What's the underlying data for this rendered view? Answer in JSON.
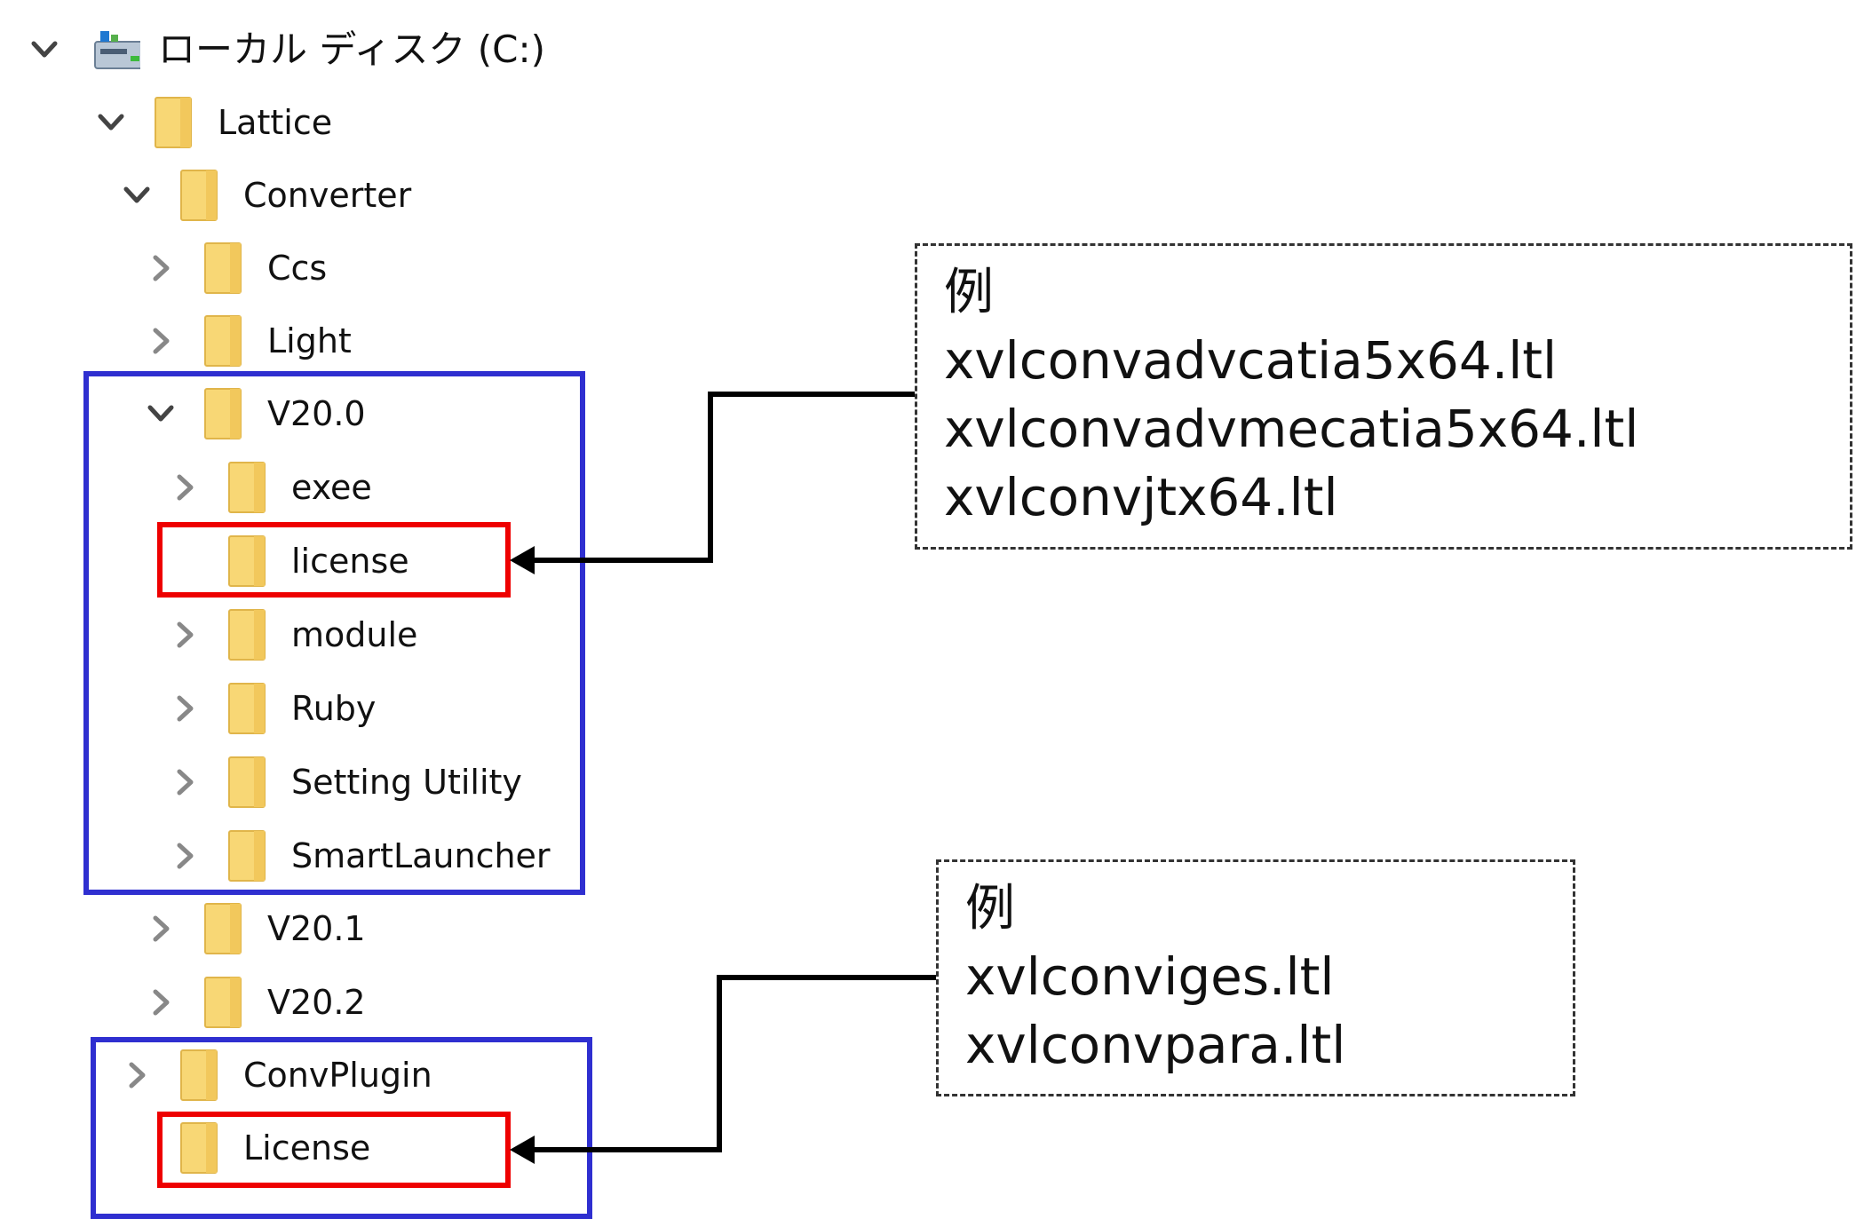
{
  "tree": {
    "drive": {
      "label": "ローカル ディスク (C:)",
      "state": "expanded"
    },
    "items": [
      {
        "label": "Lattice",
        "state": "expanded"
      },
      {
        "label": "Converter",
        "state": "expanded"
      },
      {
        "label": "Ccs",
        "state": "collapsed"
      },
      {
        "label": "Light",
        "state": "collapsed"
      },
      {
        "label": "V20.0",
        "state": "expanded"
      },
      {
        "label": "exee",
        "state": "collapsed"
      },
      {
        "label": "license",
        "state": "none"
      },
      {
        "label": "module",
        "state": "collapsed"
      },
      {
        "label": "Ruby",
        "state": "collapsed"
      },
      {
        "label": "Setting Utility",
        "state": "collapsed"
      },
      {
        "label": "SmartLauncher",
        "state": "collapsed"
      },
      {
        "label": "V20.1",
        "state": "collapsed"
      },
      {
        "label": "V20.2",
        "state": "collapsed"
      },
      {
        "label": "ConvPlugin",
        "state": "collapsed"
      },
      {
        "label": "License",
        "state": "none"
      }
    ]
  },
  "callouts": [
    {
      "heading": "例",
      "lines": [
        "xvlconvadvcatia5x64.ltl",
        "xvlconvadvmecatia5x64.ltl",
        "xvlconvjtx64.ltl"
      ]
    },
    {
      "heading": "例",
      "lines": [
        "xvlconviges.ltl",
        "xvlconvpara.ltl"
      ]
    }
  ],
  "colors": {
    "group_border": "#2f2fd0",
    "highlight_border": "#ee0000",
    "folder_fill": "#f8d775",
    "folder_edge": "#e0b54a",
    "chevron": "#666666"
  }
}
